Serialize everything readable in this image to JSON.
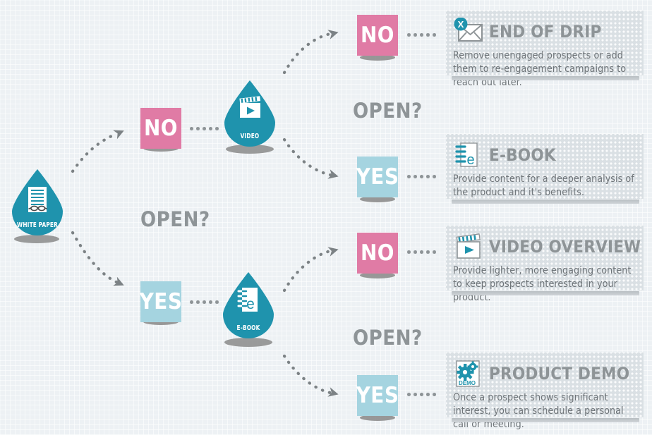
{
  "theme": {
    "teal": "#1f93ad",
    "teal_dark": "#1a8299",
    "pink": "#e07ba5",
    "light_blue": "#a5d4e0",
    "gray_text": "#8e9497",
    "body_text": "#6e7478",
    "background": "#edf1f4",
    "shadow": "#8d8d8d"
  },
  "nodes": {
    "white_paper": {
      "caption": "WHITE PAPER",
      "icon": "document-glasses-icon"
    },
    "video": {
      "caption": "VIDEO",
      "icon": "clapperboard-play-icon"
    },
    "ebook": {
      "caption": "E-BOOK",
      "icon": "spiral-book-e-icon"
    }
  },
  "decisions": [
    {
      "id": "open-1",
      "label": "OPEN?"
    },
    {
      "id": "open-2",
      "label": "OPEN?"
    },
    {
      "id": "open-3",
      "label": "OPEN?"
    }
  ],
  "chips": [
    {
      "id": "chip-no-top",
      "label": "NO",
      "kind": "no"
    },
    {
      "id": "chip-no-branch",
      "label": "NO",
      "kind": "no"
    },
    {
      "id": "chip-yes-branch",
      "label": "YES",
      "kind": "yes"
    },
    {
      "id": "chip-no-mid",
      "label": "NO",
      "kind": "no"
    },
    {
      "id": "chip-yes-bottom",
      "label": "YES",
      "kind": "yes"
    }
  ],
  "cards": [
    {
      "id": "end-of-drip",
      "title": "END OF DRIP",
      "body": "Remove unengaged prospects or add them to re-engagement campaigns to reach out later.",
      "icon": "envelope-x-icon"
    },
    {
      "id": "e-book",
      "title": "E-BOOK",
      "body": "Provide content for a deeper analysis of the product and it's benefits.",
      "icon": "spiral-book-e-icon"
    },
    {
      "id": "video-overview",
      "title": "VIDEO OVERVIEW",
      "body": "Provide lighter, more engaging content to keep prospects interested in your product.",
      "icon": "clapperboard-play-icon"
    },
    {
      "id": "product-demo",
      "title": "PRODUCT DEMO",
      "body": "Once a prospect shows significant interest, you can schedule a personal call or meeting.",
      "icon": "gears-demo-icon"
    }
  ]
}
